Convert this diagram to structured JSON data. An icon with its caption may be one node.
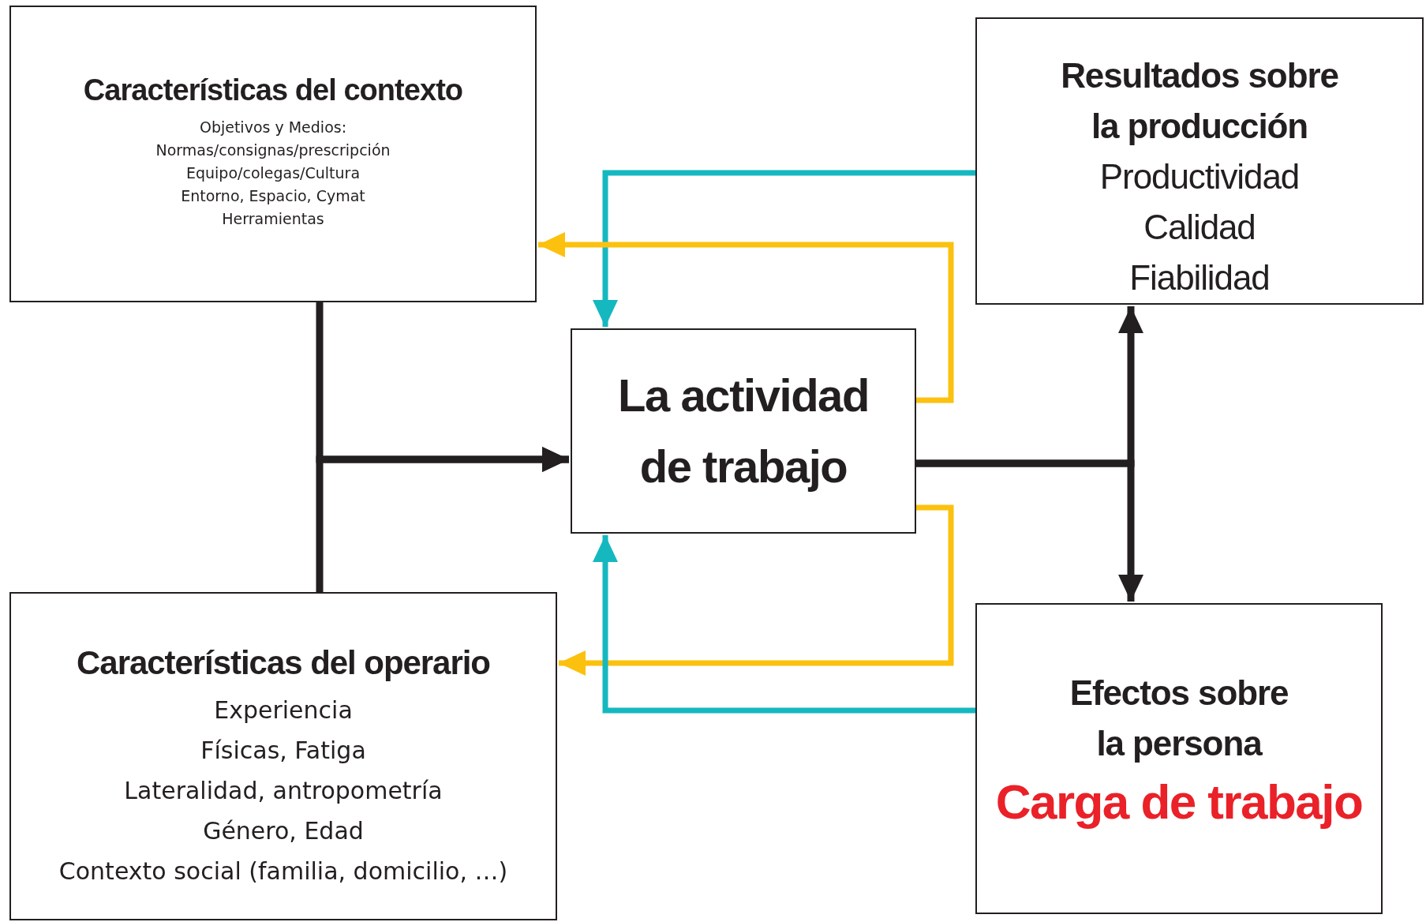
{
  "diagram": {
    "nodes": [
      {
        "text": [
          "Características del contexto",
          "Objetivos y Medios:",
          "Normas/consignas/prescripción",
          "Equipo/colegas/Cultura",
          "Entorno, Espacio, Cymat",
          "Herramientas"
        ]
      },
      {
        "text": [
          "Resultados sobre la producción",
          "Productividad",
          "Calidad",
          "Fiabilidad"
        ]
      },
      {
        "text": [
          "La actividad de trabajo"
        ]
      },
      {
        "text": [
          "Características del operario",
          "Experiencia",
          "Físicas, Fatiga",
          "Lateralidad, antropometría",
          "Género, Edad",
          "Contexto social (familia, domicilio, …)"
        ]
      },
      {
        "text": [
          "Efectos sobre la persona",
          "Carga de trabajo"
        ]
      }
    ],
    "edges": [
      {
        "from": 0,
        "to": 2,
        "arrow": "to"
      },
      {
        "from": 3,
        "to": 2,
        "arrow": "to"
      },
      {
        "from": 2,
        "to": 1,
        "arrow": "to"
      },
      {
        "from": 2,
        "to": 4,
        "arrow": "to"
      },
      {
        "from": 1,
        "to": 2,
        "arrow": "to",
        "color": "#16b8c0"
      },
      {
        "from": 2,
        "to": 0,
        "arrow": "to",
        "color": "#fcc10e"
      },
      {
        "from": 2,
        "to": 3,
        "arrow": "to",
        "color": "#fcc10e"
      },
      {
        "from": 4,
        "to": 2,
        "arrow": "to",
        "color": "#16b8c0"
      }
    ]
  }
}
